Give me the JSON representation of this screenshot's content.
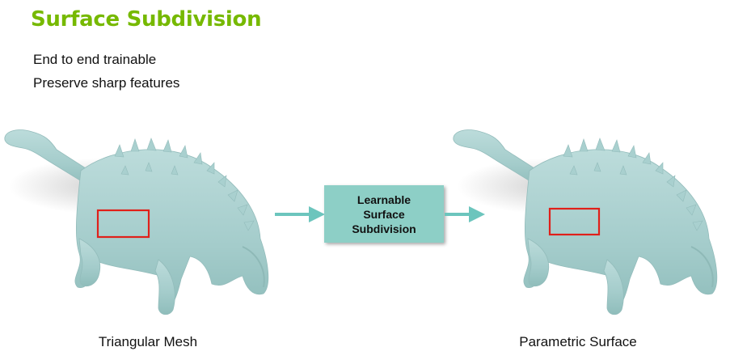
{
  "slide": {
    "title": "Surface Subdivision",
    "bullets": [
      "End to end trainable",
      "Preserve sharp features"
    ],
    "center_box": {
      "lines": [
        "Learnable",
        "Surface",
        "Subdivision"
      ]
    },
    "captions": {
      "left": "Triangular Mesh",
      "right": "Parametric Surface"
    },
    "colors": {
      "title": "#76b900",
      "box_fill": "#8dcfc6",
      "arrow": "#6cc5bd",
      "mesh": "#a4cccb",
      "highlight": "#e0201a"
    },
    "icons": {
      "left_figure": "ankylosaurus-mesh-icon",
      "right_figure": "ankylosaurus-surface-icon",
      "arrow": "right-arrow-icon"
    }
  }
}
